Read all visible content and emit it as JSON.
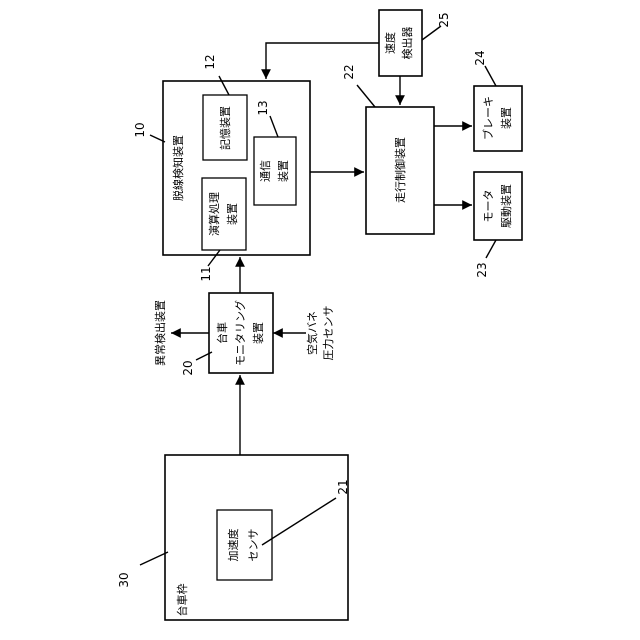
{
  "blocks": {
    "derail_detector": {
      "number": "10",
      "label": "脱線検知装置"
    },
    "processor": {
      "number": "11",
      "line1": "演算処理",
      "line2": "装置"
    },
    "storage": {
      "number": "12",
      "label": "記憶装置"
    },
    "comm": {
      "number": "13",
      "line1": "通信",
      "line2": "装置"
    },
    "bogie_monitor": {
      "number": "20",
      "line1": "台車",
      "line2": "モニタリング",
      "line3": "装置"
    },
    "accel_sensor": {
      "number": "21",
      "line1": "加速度",
      "line2": "センサ"
    },
    "travel_control": {
      "number": "22",
      "label": "走行制御装置"
    },
    "motor_drive": {
      "number": "23",
      "line1": "モータ",
      "line2": "駆動装置"
    },
    "brake": {
      "number": "24",
      "line1": "ブレーキ",
      "line2": "装置"
    },
    "speed_detector": {
      "number": "25",
      "line1": "速度",
      "line2": "検出器"
    },
    "bogie_frame": {
      "number": "30",
      "label": "台車枠"
    }
  },
  "external": {
    "anomaly_detector": "異常検出装置",
    "air_spring_line1": "空気バネ",
    "air_spring_line2": "圧力センサ"
  }
}
